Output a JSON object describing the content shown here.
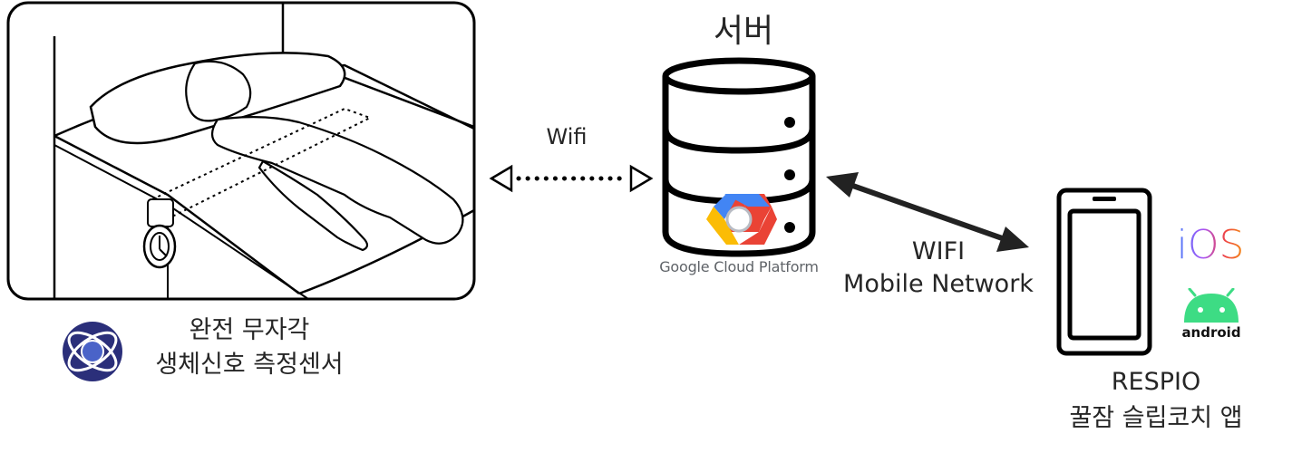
{
  "sensor": {
    "caption_line1": "완전 무자각",
    "caption_line2": "생체신호 측정센서"
  },
  "server": {
    "title": "서버",
    "platform_label": "Google Cloud Platform"
  },
  "links": {
    "sensor_server": "Wifi",
    "server_app_line1": "WIFI",
    "server_app_line2": "Mobile Network"
  },
  "app": {
    "caption_line1": "RESPIO",
    "caption_line2": "꿀잠 슬립코치 앱",
    "ios_label": "iOS",
    "android_label": "android"
  },
  "colors": {
    "outline": "#000000",
    "gcp_blue": "#4285F4",
    "gcp_red": "#EA4335",
    "gcp_yellow": "#FBBC05",
    "android_green": "#3DDC84",
    "logo_navy": "#2b2f7a"
  }
}
